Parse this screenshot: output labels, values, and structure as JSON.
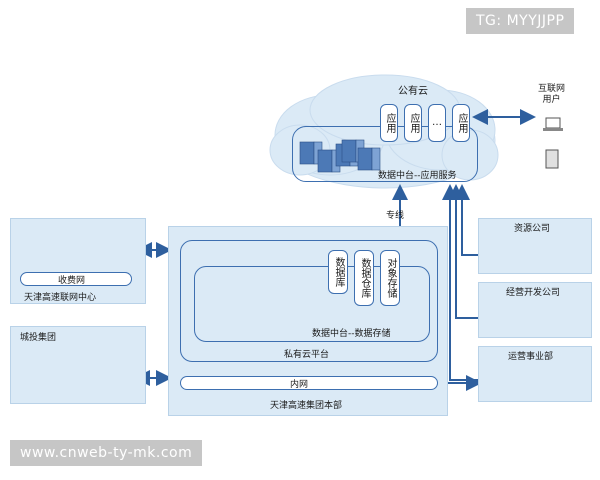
{
  "watermark_top": "TG: MYYJJPP",
  "watermark_bottom": "www.cnweb-ty-mk.com",
  "public_cloud": {
    "title": "公有云",
    "apps": [
      "应用",
      "应用",
      "…",
      "应用"
    ],
    "service_label": "数据中台--应用服务"
  },
  "internet_users": {
    "label": "互联网\n用户"
  },
  "dedicated_line": "专线",
  "toll_center": {
    "network": "收费网",
    "name": "天津高速联网中心"
  },
  "chengtou": {
    "name": "城投集团"
  },
  "private_cloud": {
    "stores": [
      "数据库",
      "数据仓库",
      "对象存储"
    ],
    "middle_label": "数据中台--数据存储",
    "platform_label": "私有云平台"
  },
  "intranet": "内网",
  "headquarters": "天津高速集团本部",
  "right_units": [
    "资源公司",
    "经营开发公司",
    "运营事业部"
  ]
}
